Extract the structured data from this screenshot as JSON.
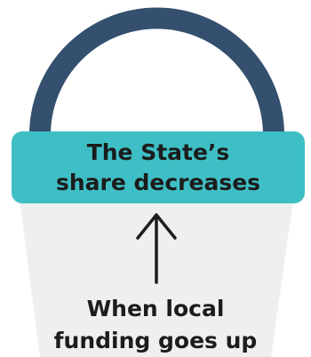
{
  "colors": {
    "handle": "#34506e",
    "rim": "#3ebfc5",
    "bucket_body": "#efefef",
    "text": "#1c1c1c"
  },
  "bucket": {
    "rim_text": [
      "The State’s",
      "share decreases"
    ],
    "bottom_text": [
      "When local",
      "funding goes up"
    ],
    "arrow_icon": "up-arrow-icon"
  }
}
